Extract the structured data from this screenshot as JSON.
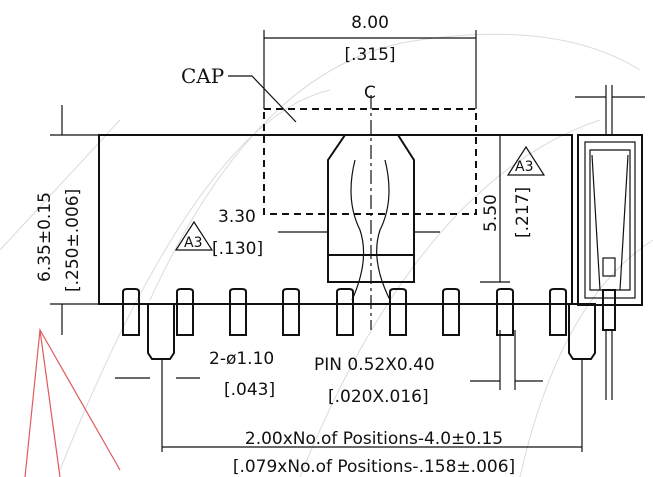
{
  "labels": {
    "cap": "CAP",
    "centerline": "C",
    "width_mm": "8.00",
    "width_in": "[.315]",
    "height_mm": "6.35±0.15",
    "height_in": "[.250±.006]",
    "inner_mm": "3.30",
    "inner_in": "[.130]",
    "depth_mm": "5.50",
    "depth_in": "[.217]",
    "hole_mm": "2-ø1.10",
    "hole_in": "[.043]",
    "pin_mm": "PIN 0.52X0.40",
    "pin_in": "[.020X.016]",
    "length_mm": "2.00xNo.of Positions-4.0±0.15",
    "length_in": "[.079xNo.of Positions-.158±.006]",
    "note_a": "A3",
    "note_b": "A3"
  }
}
